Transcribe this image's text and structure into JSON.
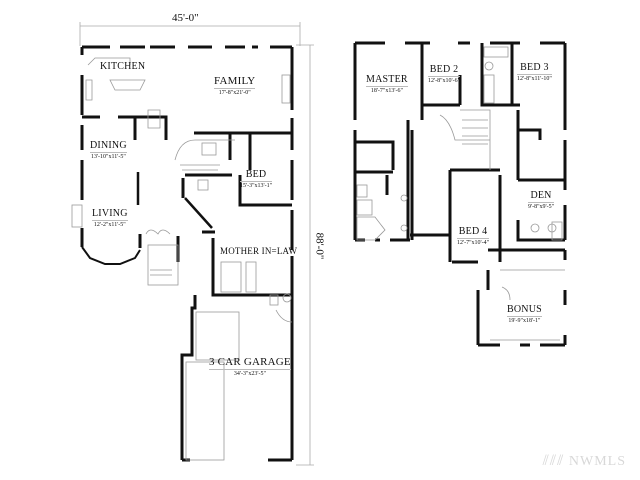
{
  "plan": {
    "overall_width": "45'-0\"",
    "overall_depth": "88'-0\"",
    "main_floor": {
      "rooms": [
        {
          "name": "KITCHEN",
          "dims": ""
        },
        {
          "name": "FAMILY",
          "dims": "17'-8\"x21'-0\""
        },
        {
          "name": "DINING",
          "dims": "13'-10\"x11'-5\""
        },
        {
          "name": "BED",
          "dims": "15'-3\"x13'-1\""
        },
        {
          "name": "LIVING",
          "dims": "12'-2\"x11'-5\""
        },
        {
          "name": "MOTHER IN=LAW",
          "dims": ""
        },
        {
          "name": "3 CAR GARAGE",
          "dims": "34'-3\"x23'-5\""
        }
      ]
    },
    "upper_floor": {
      "rooms": [
        {
          "name": "MASTER",
          "dims": "18'-7\"x13'-6\""
        },
        {
          "name": "BED 2",
          "dims": "12'-8\"x10'-6\""
        },
        {
          "name": "BED 3",
          "dims": "12'-8\"x11'-10\""
        },
        {
          "name": "DEN",
          "dims": "9'-8\"x9'-5\""
        },
        {
          "name": "BED 4",
          "dims": "12'-7\"x10'-4\""
        },
        {
          "name": "BONUS",
          "dims": "19'-9\"x18'-1\""
        }
      ]
    }
  },
  "watermark": "NWMLS",
  "colors": {
    "wall": "#111111",
    "thin": "#9a9a9a",
    "background": "#ffffff"
  }
}
